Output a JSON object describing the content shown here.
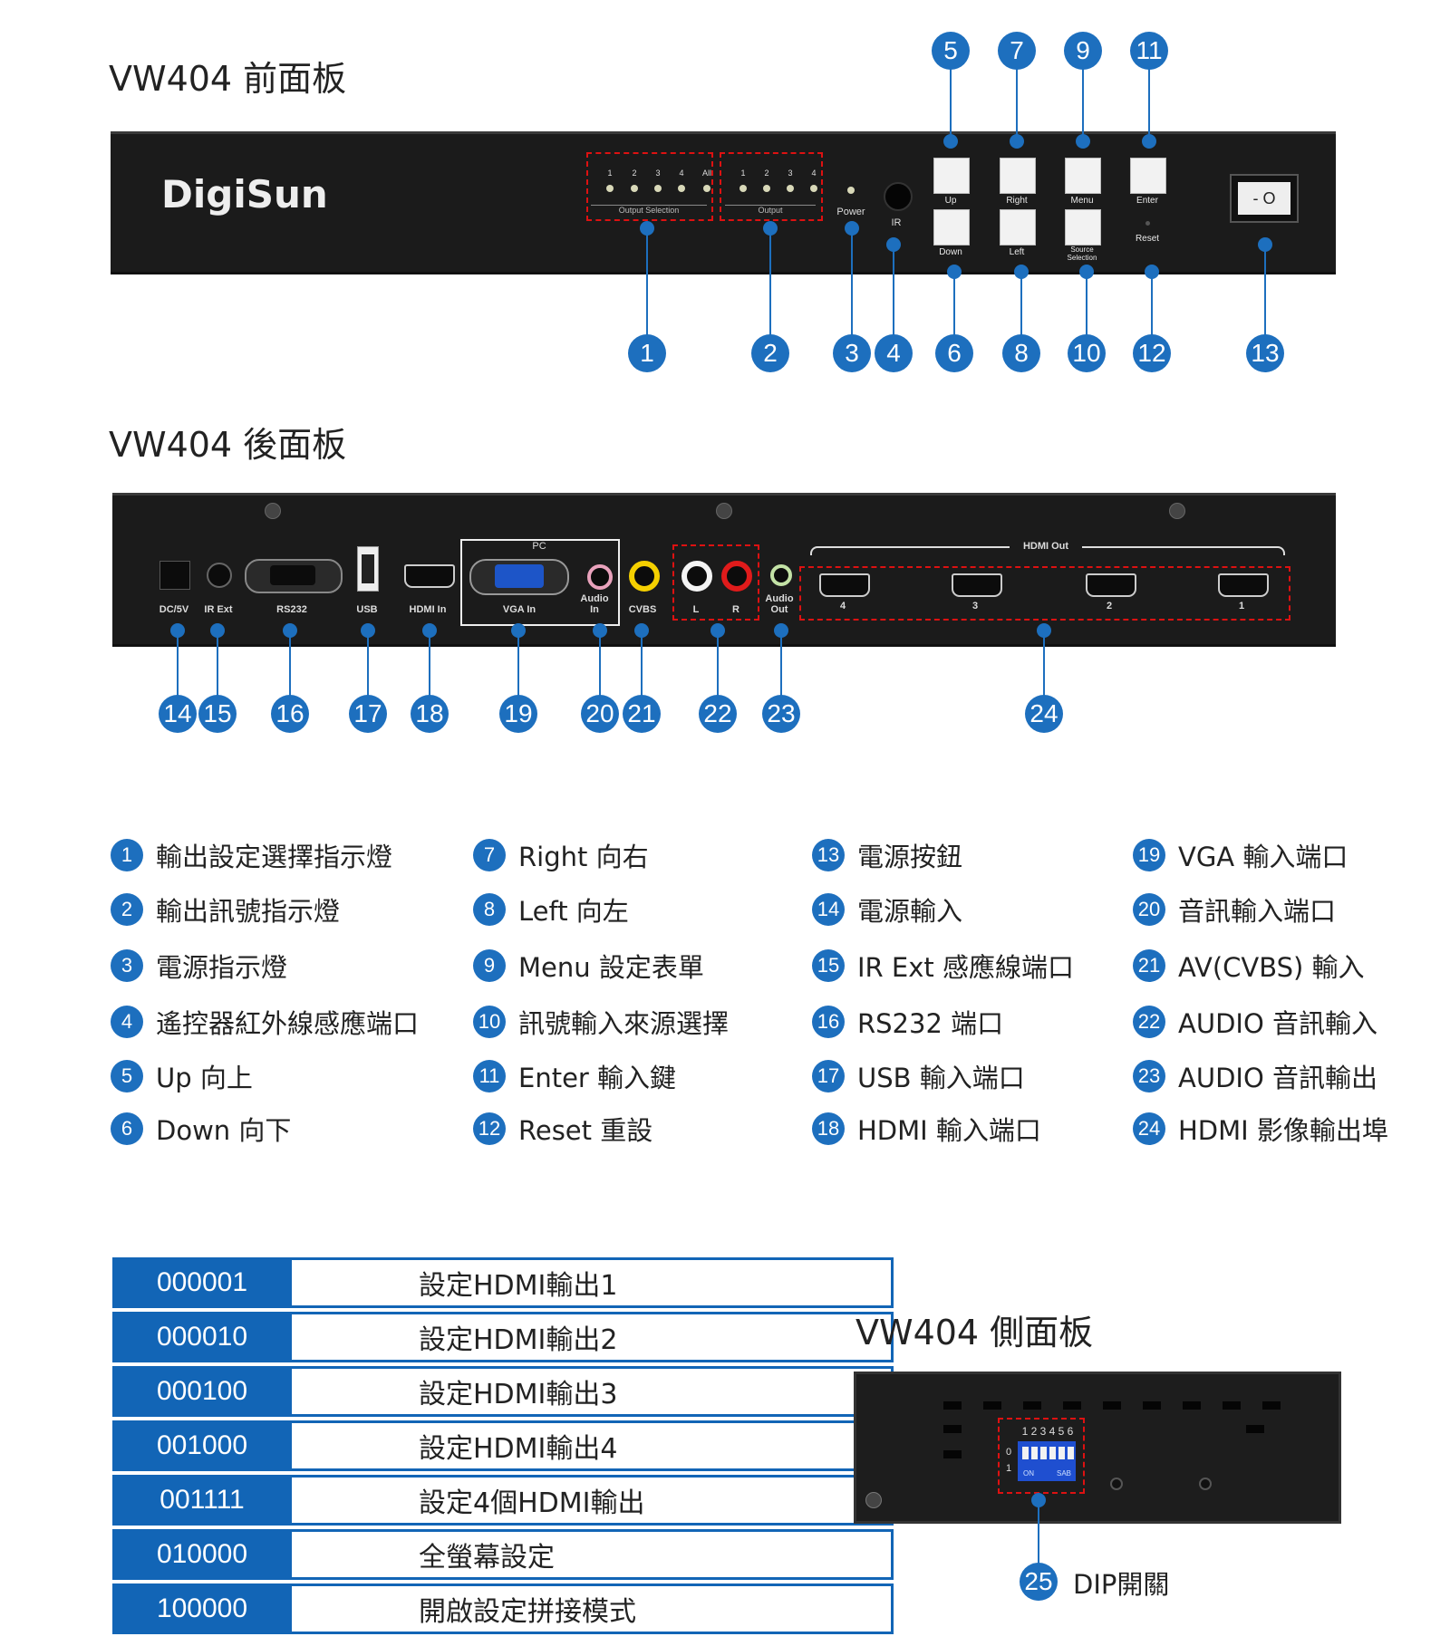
{
  "front": {
    "title": "VW404 前面板",
    "brand": "DigiSun",
    "output_selection": {
      "numbers": [
        "1",
        "2",
        "3",
        "4",
        "All"
      ],
      "label": "Output Selection"
    },
    "output": {
      "numbers": [
        "1",
        "2",
        "3",
        "4"
      ],
      "label": "Output"
    },
    "power_label": "Power",
    "ir_label": "IR",
    "buttons": {
      "up": "Up",
      "down": "Down",
      "right": "Right",
      "left": "Left",
      "menu": "Menu",
      "source": "Source Selection",
      "enter": "Enter",
      "reset": "Reset"
    },
    "switch_label": "- O",
    "badges": [
      "1",
      "2",
      "3",
      "4",
      "5",
      "6",
      "7",
      "8",
      "9",
      "10",
      "11",
      "12",
      "13"
    ]
  },
  "rear": {
    "title": "VW404 後面板",
    "labels": {
      "dc": "DC/5V",
      "irext": "IR Ext",
      "rs232": "RS232",
      "usb": "USB",
      "hdmi_in": "HDMI In",
      "pc": "PC",
      "vga_in": "VGA In",
      "audio_in": "Audio In",
      "cvbs": "CVBS",
      "l": "L",
      "r": "R",
      "audio_out": "Audio Out",
      "hdmi_out": "HDMI Out",
      "out4": "4",
      "out3": "3",
      "out2": "2",
      "out1": "1"
    },
    "badges": [
      "14",
      "15",
      "16",
      "17",
      "18",
      "19",
      "20",
      "21",
      "22",
      "23",
      "24"
    ]
  },
  "legend": [
    {
      "num": "1",
      "text": "輸出設定選擇指示燈"
    },
    {
      "num": "2",
      "text": "輸出訊號指示燈"
    },
    {
      "num": "3",
      "text": "電源指示燈"
    },
    {
      "num": "4",
      "text": "遙控器紅外線感應端口"
    },
    {
      "num": "5",
      "text": "Up 向上"
    },
    {
      "num": "6",
      "text": "Down 向下"
    },
    {
      "num": "7",
      "text": "Right 向右"
    },
    {
      "num": "8",
      "text": "Left 向左"
    },
    {
      "num": "9",
      "text": "Menu 設定表單"
    },
    {
      "num": "10",
      "text": "訊號輸入來源選擇"
    },
    {
      "num": "11",
      "text": "Enter 輸入鍵"
    },
    {
      "num": "12",
      "text": "Reset 重設"
    },
    {
      "num": "13",
      "text": "電源按鈕"
    },
    {
      "num": "14",
      "text": "電源輸入"
    },
    {
      "num": "15",
      "text": "IR Ext 感應線端口"
    },
    {
      "num": "16",
      "text": "RS232 端口"
    },
    {
      "num": "17",
      "text": "USB 輸入端口"
    },
    {
      "num": "18",
      "text": "HDMI 輸入端口"
    },
    {
      "num": "19",
      "text": "VGA 輸入端口"
    },
    {
      "num": "20",
      "text": "音訊輸入端口"
    },
    {
      "num": "21",
      "text": "AV(CVBS) 輸入"
    },
    {
      "num": "22",
      "text": "AUDIO 音訊輸入"
    },
    {
      "num": "23",
      "text": "AUDIO 音訊輸出"
    },
    {
      "num": "24",
      "text": "HDMI 影像輸出埠"
    }
  ],
  "dip_table": [
    {
      "code": "000001",
      "desc": "設定HDMI輸出1"
    },
    {
      "code": "000010",
      "desc": "設定HDMI輸出2"
    },
    {
      "code": "000100",
      "desc": "設定HDMI輸出3"
    },
    {
      "code": "001000",
      "desc": "設定HDMI輸出4"
    },
    {
      "code": "001111",
      "desc": "設定4個HDMI輸出"
    },
    {
      "code": "010000",
      "desc": "全螢幕設定"
    },
    {
      "code": "100000",
      "desc": "開啟設定拼接模式"
    }
  ],
  "side": {
    "title": "VW404 側面板",
    "dip_top": "1 2 3 4 5 6",
    "dip_row0": "0",
    "dip_row1": "1",
    "dip_on": "ON",
    "dip_brand": "SAB",
    "badge": "25",
    "badge_label": "DIP開關"
  }
}
